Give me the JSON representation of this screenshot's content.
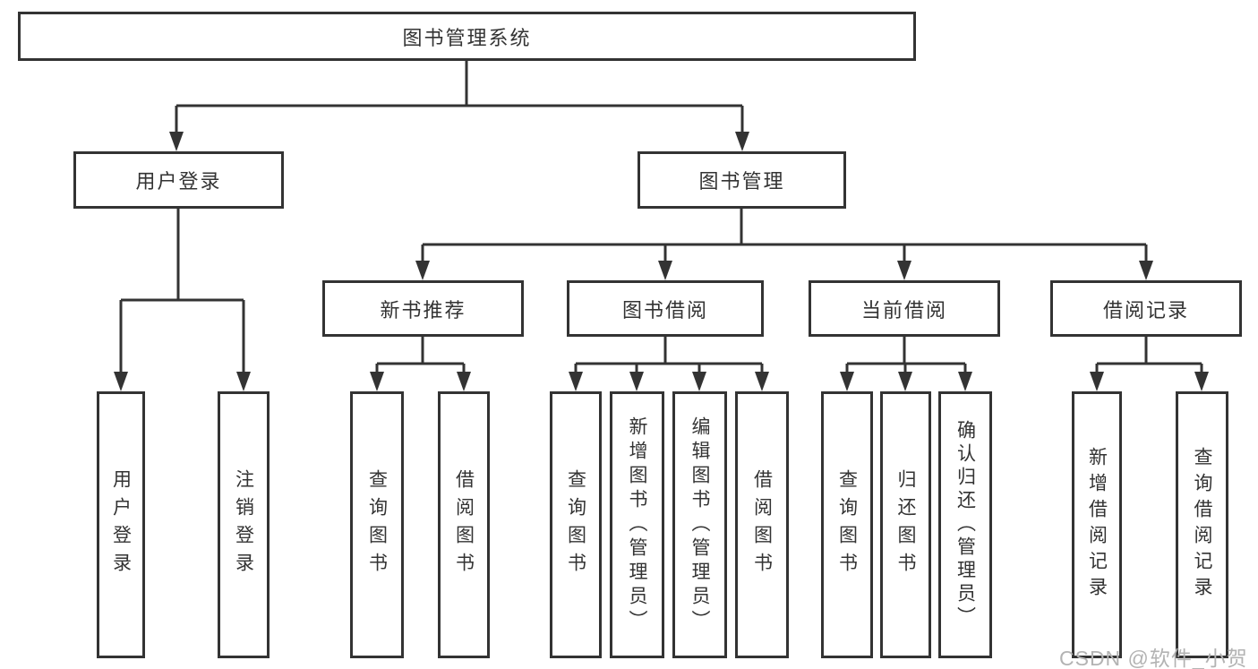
{
  "diagram": {
    "root": {
      "label": "图书管理系统"
    },
    "branches": [
      {
        "label": "用户登录",
        "children": [
          "用户登录",
          "注销登录"
        ]
      },
      {
        "label": "图书管理",
        "groups": [
          {
            "label": "新书推荐",
            "children": [
              "查询图书",
              "借阅图书"
            ]
          },
          {
            "label": "图书借阅",
            "children": [
              "查询图书",
              "新增图书（管理员）",
              "编辑图书（管理员）",
              "借阅图书"
            ]
          },
          {
            "label": "当前借阅",
            "children": [
              "查询图书",
              "归还图书",
              "确认归还（管理员）"
            ]
          },
          {
            "label": "借阅记录",
            "children": [
              "新增借阅记录",
              "查询借阅记录"
            ]
          }
        ]
      }
    ]
  },
  "watermark": {
    "text": "CSDN @软件_小贺同学"
  },
  "colors": {
    "line": "#333333",
    "box_border": "#333333",
    "text": "#333333",
    "watermark": "#b3b3b3",
    "background": "#ffffff"
  }
}
